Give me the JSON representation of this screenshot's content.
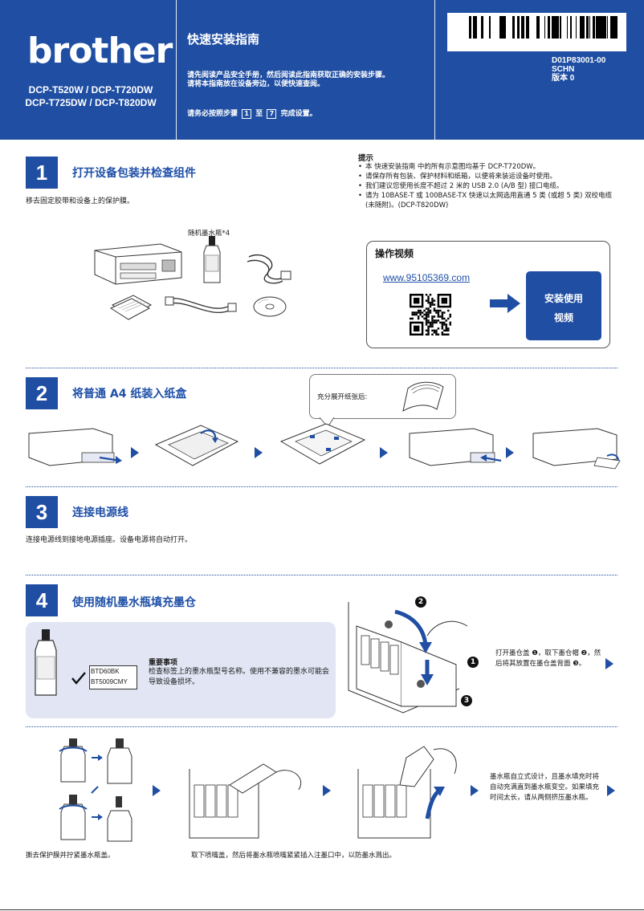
{
  "header": {
    "brand": "brother",
    "models": [
      "DCP-T520W / DCP-T720DW",
      "DCP-T725DW / DCP-T820DW"
    ],
    "title": "快速安装指南",
    "line1": "请先阅读产品安全手册，然后阅读此指南获取正确的安装步骤。",
    "line2": "请将本指南放在设备旁边，以便快速查阅。",
    "line3_pre": "请务必按照步骤",
    "line3_from": "1",
    "line3_mid": "至",
    "line3_to": "7",
    "line3_post": "完成设置。",
    "barcode_text": "",
    "doc_code": "D01P83001-00",
    "lang": "SCHN",
    "version": "版本 0"
  },
  "step1": {
    "number": "1",
    "title": "打开设备包装并检查组件",
    "desc": "移去固定胶带和设备上的保护膜。",
    "ink_label": "随机墨水瓶*4",
    "tips_title": "提示",
    "tips": [
      "本 快速安装指南 中的所有示意图均基于 DCP-T720DW。",
      "请保存所有包装、保护材料和纸箱，以便将来装运设备时使用。",
      "我们建议您使用长度不超过 2 米的 USB 2.0 (A/B 型) 接口电缆。",
      "请为 10BASE-T 或 100BASE-TX 快速以太网选用直通 5 类 (或超 5 类) 双绞电缆 (未随附)。(DCP-T820DW)"
    ],
    "video_title": "操作视频",
    "video_url": "www.95105369.com",
    "video_button_l1": "安装使用",
    "video_button_l2": "视频"
  },
  "step2": {
    "number": "2",
    "title": "将普通 A4 纸装入纸盒",
    "fan_note": "充分展开纸张后:"
  },
  "step3": {
    "number": "3",
    "title": "连接电源线",
    "desc": "连接电源线到接地电源插座。设备电源将自动打开。"
  },
  "step4": {
    "number": "4",
    "title": "使用随机墨水瓶填充墨仓",
    "label_line1": "BTD60BK",
    "label_line2": "BT5009CMY",
    "warn_title": "重要事项",
    "warn_text": "检查标签上的墨水瓶型号名称。使用不兼容的墨水可能会导致设备损坏。",
    "open_text": "打开墨仓盖 ❶，取下墨仓帽 ❷，然后将其放置在墨仓盖背面 ❸。",
    "callout_1": "1",
    "callout_2": "2",
    "callout_3": "3",
    "cap_bottle": "撕去保护膜并拧紧墨水瓶盖。",
    "cap_insert": "取下喷嘴盖，然后将墨水瓶喷嘴紧紧插入注墨口中，以防墨水溅出。",
    "self_stand": "墨水瓶自立式设计，且墨水填充时将自动充满直到墨水瓶变空。如果填充时间太长，请从两侧挤压墨水瓶。"
  },
  "colors": {
    "brand_blue": "#1f4ea3",
    "panel_lavender": "#e1e5f4"
  }
}
